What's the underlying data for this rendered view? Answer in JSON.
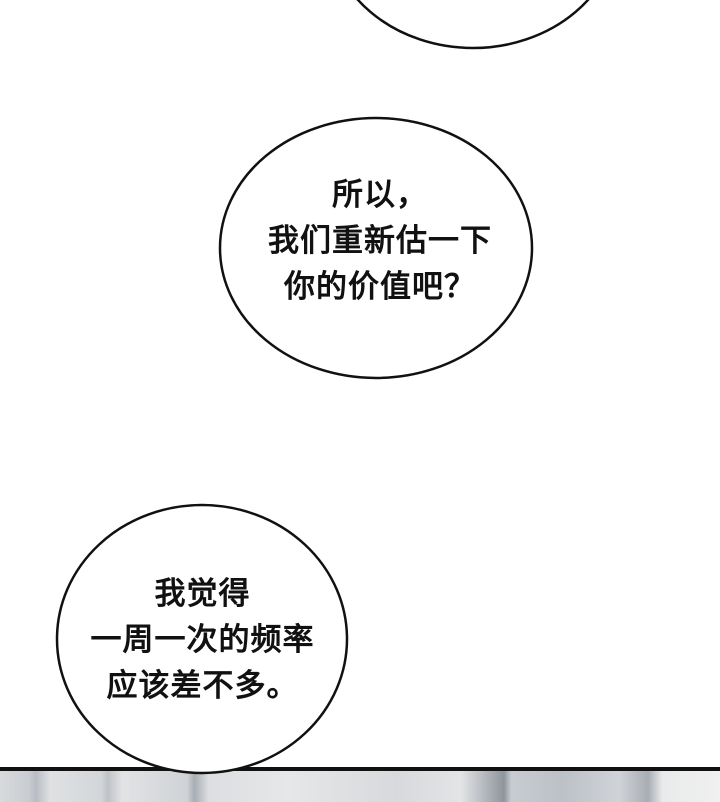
{
  "bubbles": [
    {
      "lines": []
    },
    {
      "lines": [
        "所以，",
        "我们重新估一下",
        "你的价值吧？"
      ]
    },
    {
      "lines": [
        "我觉得",
        "一周一次的频率",
        "应该差不多。"
      ]
    }
  ]
}
